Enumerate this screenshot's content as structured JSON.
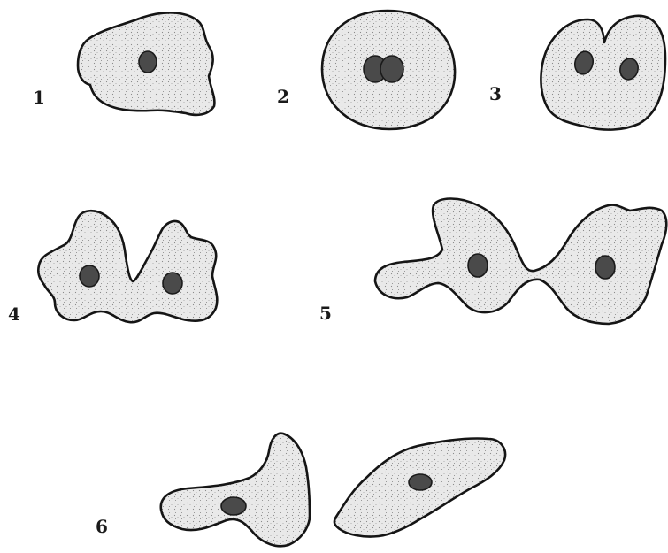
{
  "figure": {
    "stages": [
      {
        "id": "1",
        "label": "1"
      },
      {
        "id": "2",
        "label": "2"
      },
      {
        "id": "3",
        "label": "3"
      },
      {
        "id": "4",
        "label": "4"
      },
      {
        "id": "5",
        "label": "5"
      },
      {
        "id": "6",
        "label": "6"
      }
    ]
  },
  "colors": {
    "cytoplasm": "#e9e9e9",
    "outline": "#151515",
    "nucleus": "#4a4a4a",
    "stipple": "#8a8a8a"
  }
}
